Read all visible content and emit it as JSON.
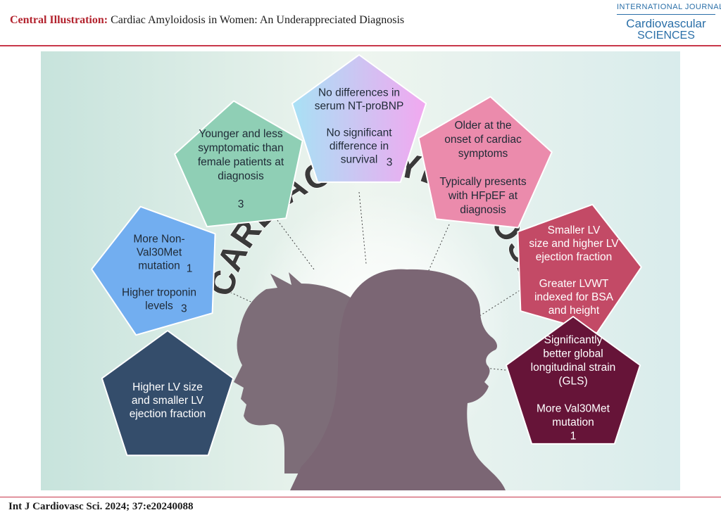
{
  "header": {
    "title_lead": "Central Illustration:",
    "title_rest": " Cardiac Amyloidosis in Women: An Underappreciated Diagnosis"
  },
  "logo": {
    "line1": "INTERNATIONAL JOURNAL OF",
    "line2": "Cardiovascular",
    "line3": "SCIENCES"
  },
  "arc_title": "CARDIAC AMYLOIDOSIS",
  "pentagons": [
    {
      "id": "male-lv",
      "color": "#344d6b",
      "lines": [
        [
          "Higher LV size"
        ],
        [
          "and smaller LV"
        ],
        [
          "ejection fraction"
        ]
      ]
    },
    {
      "id": "male-mutation",
      "color": "#72aef0",
      "lines": [
        [
          "More Non-"
        ],
        [
          "Val30Met"
        ],
        [
          "mutation",
          "1"
        ],
        [
          ""
        ],
        [
          "Higher troponin"
        ],
        [
          "levels",
          "3"
        ]
      ]
    },
    {
      "id": "male-young",
      "color": "#8fcfb5",
      "lines": [
        [
          "Younger and less"
        ],
        [
          "symptomatic than"
        ],
        [
          "female patients at"
        ],
        [
          "diagnosis"
        ],
        [
          ""
        ],
        [
          "",
          "3"
        ]
      ]
    },
    {
      "id": "shared",
      "color": "#c9b6f4",
      "lines": [
        [
          "No differences in"
        ],
        [
          "serum NT-proBNP"
        ],
        [
          ""
        ],
        [
          "No significant"
        ],
        [
          "difference in"
        ],
        [
          "survival",
          "3"
        ]
      ]
    },
    {
      "id": "female-older",
      "color": "#eb8bac",
      "lines": [
        [
          "Older at the"
        ],
        [
          "onset of cardiac"
        ],
        [
          "symptoms"
        ],
        [
          ""
        ],
        [
          "Typically presents"
        ],
        [
          "with HFpEF at"
        ],
        [
          "diagnosis"
        ]
      ]
    },
    {
      "id": "female-lv",
      "color": "#c34a66",
      "lines": [
        [
          "Smaller LV"
        ],
        [
          "size and higher LV"
        ],
        [
          "ejection fraction"
        ],
        [
          ""
        ],
        [
          "Greater LVWT"
        ],
        [
          "indexed for BSA"
        ],
        [
          "and height"
        ]
      ]
    },
    {
      "id": "female-gls",
      "color": "#661438",
      "lines": [
        [
          "Significantly"
        ],
        [
          "better global"
        ],
        [
          "longitudinal strain"
        ],
        [
          "(GLS)"
        ],
        [
          ""
        ],
        [
          "More Val30Met"
        ],
        [
          "mutation"
        ],
        [
          "1"
        ]
      ]
    }
  ],
  "footer": {
    "citation": "Int J Cardiovasc Sci. 2024; 37:e20240088"
  }
}
